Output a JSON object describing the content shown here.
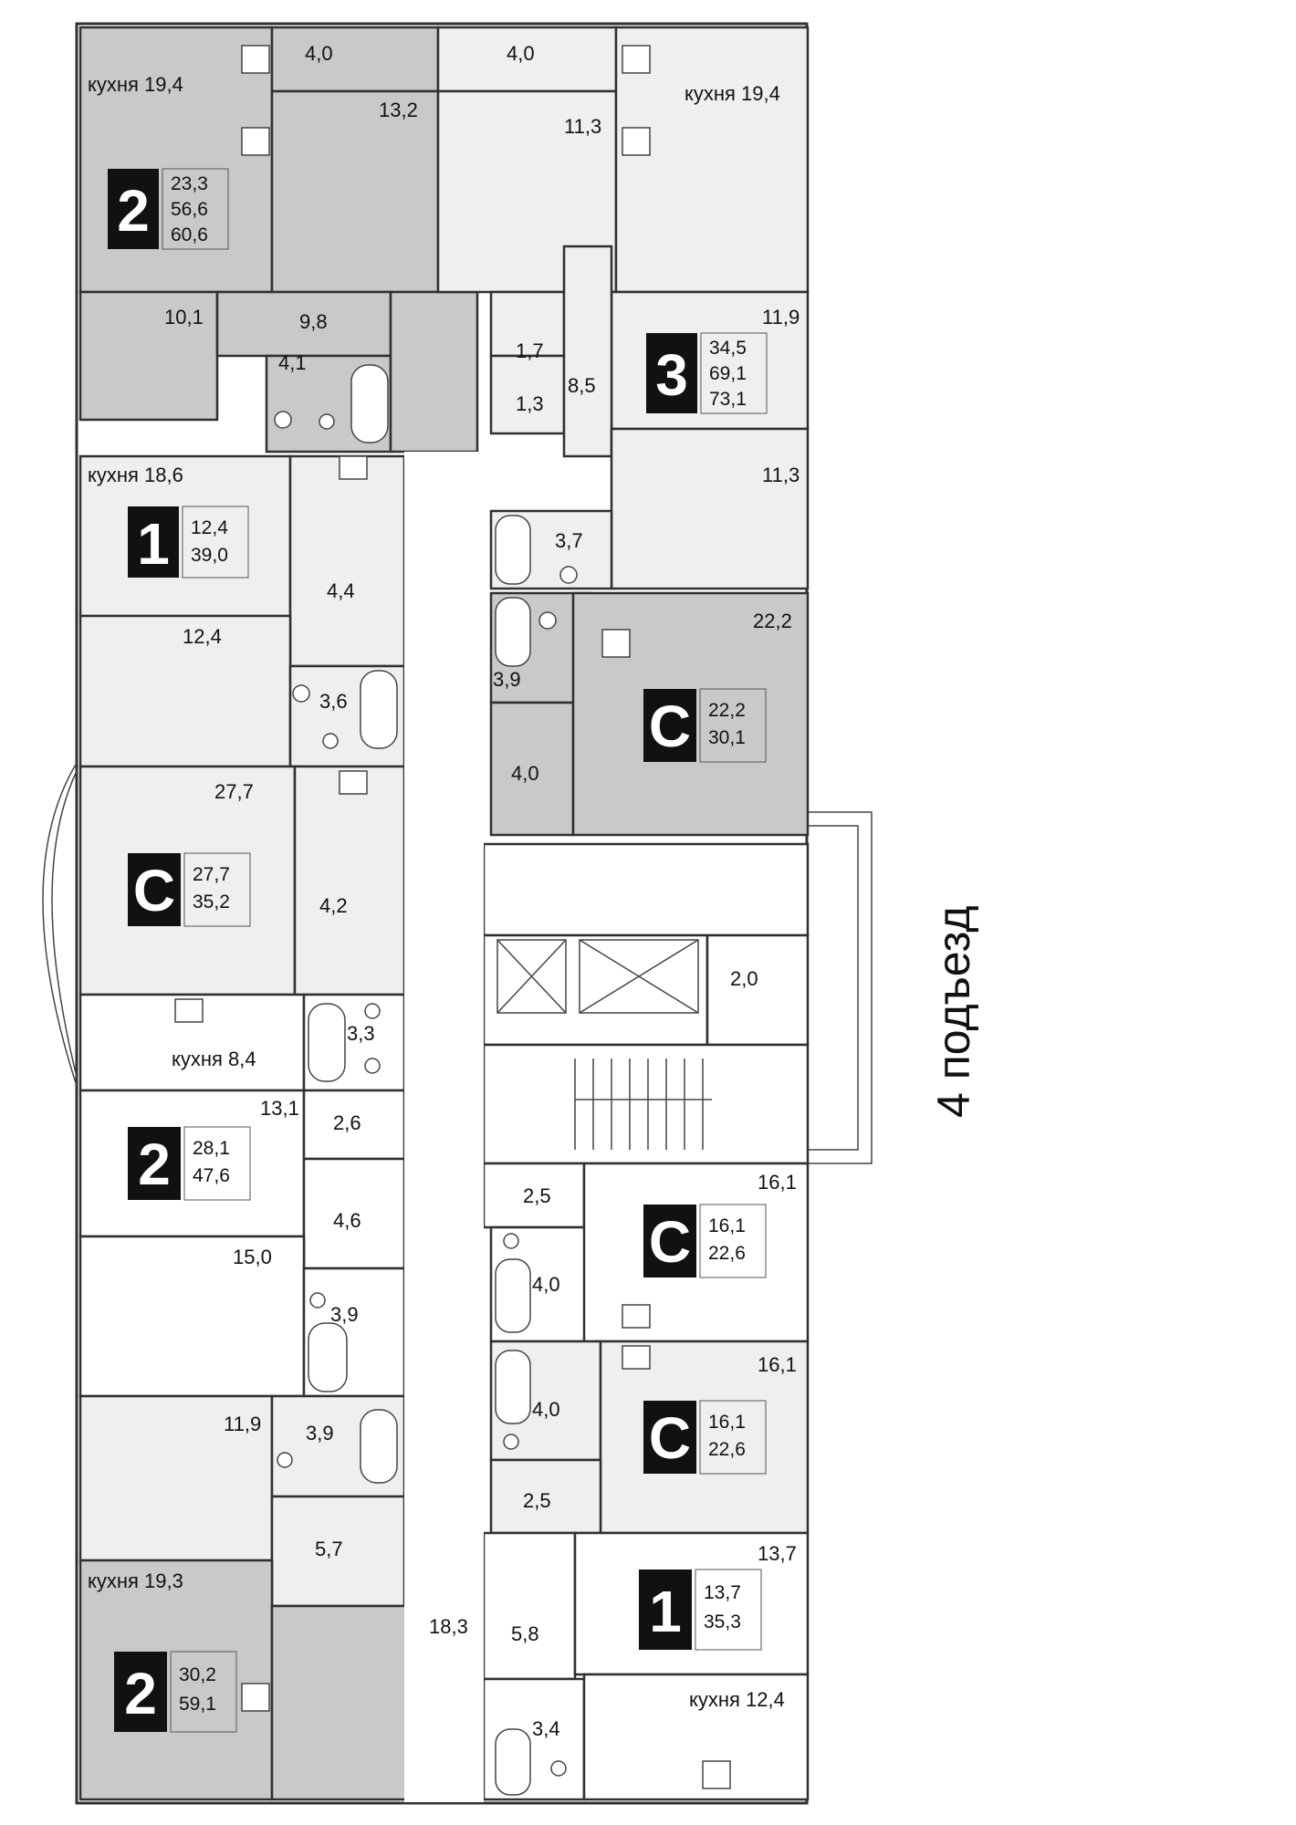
{
  "entrance": "4 подъезд",
  "apartments": [
    {
      "id": "a1",
      "type": "2",
      "areas": [
        "23,3",
        "56,6",
        "60,6"
      ]
    },
    {
      "id": "a2",
      "type": "3",
      "areas": [
        "34,5",
        "69,1",
        "73,1"
      ]
    },
    {
      "id": "a3",
      "type": "1",
      "areas": [
        "12,4",
        "39,0"
      ]
    },
    {
      "id": "a4",
      "type": "С",
      "areas": [
        "22,2",
        "30,1"
      ]
    },
    {
      "id": "a5",
      "type": "С",
      "areas": [
        "27,7",
        "35,2"
      ]
    },
    {
      "id": "a6",
      "type": "2",
      "areas": [
        "28,1",
        "47,6"
      ]
    },
    {
      "id": "a7",
      "type": "С",
      "areas": [
        "16,1",
        "22,6"
      ]
    },
    {
      "id": "a8",
      "type": "С",
      "areas": [
        "16,1",
        "22,6"
      ]
    },
    {
      "id": "a9",
      "type": "1",
      "areas": [
        "13,7",
        "35,3"
      ]
    },
    {
      "id": "a10",
      "type": "2",
      "areas": [
        "30,2",
        "59,1"
      ]
    }
  ],
  "room_labels": [
    "4,0",
    "4,0",
    "кухня 19,4",
    "13,2",
    "11,3",
    "кухня 19,4",
    "10,1",
    "9,8",
    "4,1",
    "1,7",
    "1,3",
    "8,5",
    "11,9",
    "кухня 18,6",
    "11,3",
    "3,7",
    "4,4",
    "12,4",
    "22,2",
    "3,9",
    "3,6",
    "4,0",
    "27,7",
    "4,2",
    "2,0",
    "кухня 8,4",
    "3,3",
    "13,1",
    "2,6",
    "2,5",
    "16,1",
    "4,6",
    "4,0",
    "15,0",
    "3,9",
    "16,1",
    "11,9",
    "3,9",
    "4,0",
    "2,5",
    "5,7",
    "кухня 19,3",
    "13,7",
    "18,3",
    "5,8",
    "кухня 12,4",
    "3,4"
  ]
}
